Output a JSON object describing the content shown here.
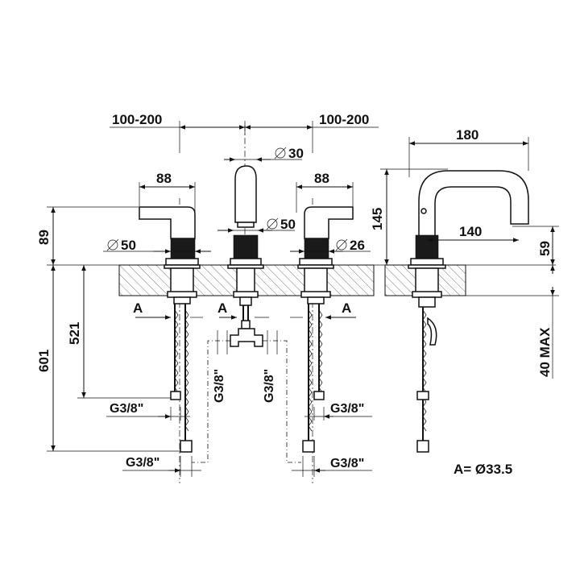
{
  "drawing": {
    "front_view": {
      "spacing_left": "100-200",
      "spacing_right": "100-200",
      "spout_diameter_top": "30",
      "spout_diameter_base": "50",
      "handle_left_width": "88",
      "handle_right_width": "88",
      "handle_left_base_diameter": "50",
      "handle_right_base_diameter": "26",
      "height_above_deck": "89",
      "depth_to_inner_fitting": "521",
      "depth_to_outer_fitting": "601",
      "section_marker": "A",
      "fitting_inner_left": "G3/8\"",
      "fitting_outer_left": "G3/8\"",
      "fitting_inner_right": "G3/8\"",
      "fitting_outer_right": "G3/8\"",
      "tee_outlet_left": "G3/8\"",
      "tee_outlet_right": "G3/8\"",
      "diameter_symbol": "⌀"
    },
    "side_view": {
      "reach": "180",
      "height": "145",
      "spout_offset": "140",
      "outlet_height": "59",
      "deck_thickness_max": "40 MAX"
    },
    "note": "A= Ø33.5"
  },
  "colors": {
    "line": "#111111",
    "background": "#ffffff"
  }
}
